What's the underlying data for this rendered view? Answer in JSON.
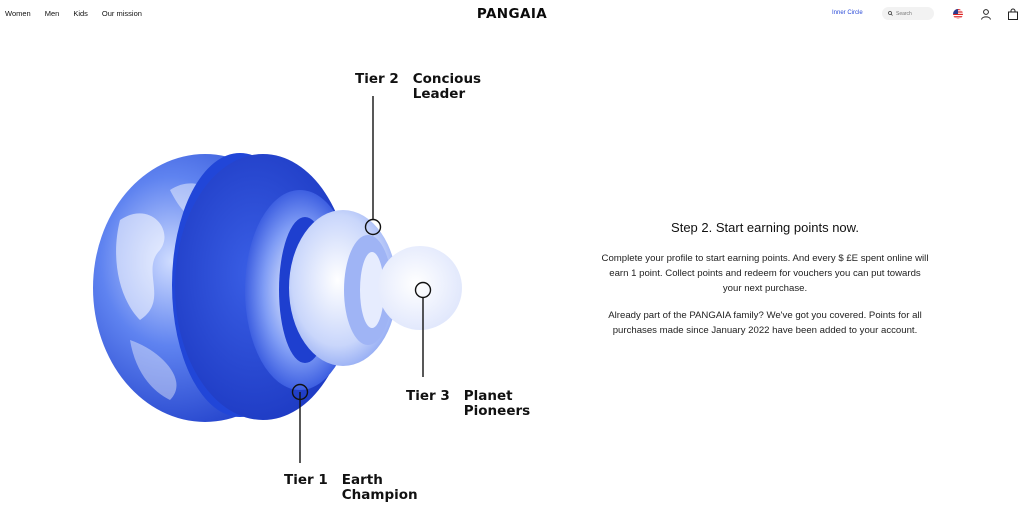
{
  "nav": {
    "items": [
      "Women",
      "Men",
      "Kids",
      "Our mission"
    ]
  },
  "header": {
    "logo": "PANGAIA",
    "inner_circle": "Inner Circle",
    "search_placeholder": "Search",
    "icons": [
      "search-icon",
      "us-flag-icon",
      "account-icon",
      "bag-icon"
    ]
  },
  "tiers": [
    {
      "number": "Tier 1",
      "name_line1": "Earth",
      "name_line2": "Champion"
    },
    {
      "number": "Tier 2",
      "name_line1": "Concious",
      "name_line2": "Leader"
    },
    {
      "number": "Tier 3",
      "name_line1": "Planet",
      "name_line2": "Pioneers"
    }
  ],
  "content": {
    "title": "Step 2. Start earning points now.",
    "paragraph1": "Complete your profile to start earning points. And every $ £E spent online will earn 1 point. Collect points and redeem for vouchers you can put towards your next purchase.",
    "paragraph2": "Already part of the PANGAIA family? We've got you covered. Points for all purchases made since January 2022 have been added to your account."
  },
  "colors": {
    "accent": "#2b4bd8",
    "earth_blue": "#2f52e0",
    "text": "#111111"
  }
}
